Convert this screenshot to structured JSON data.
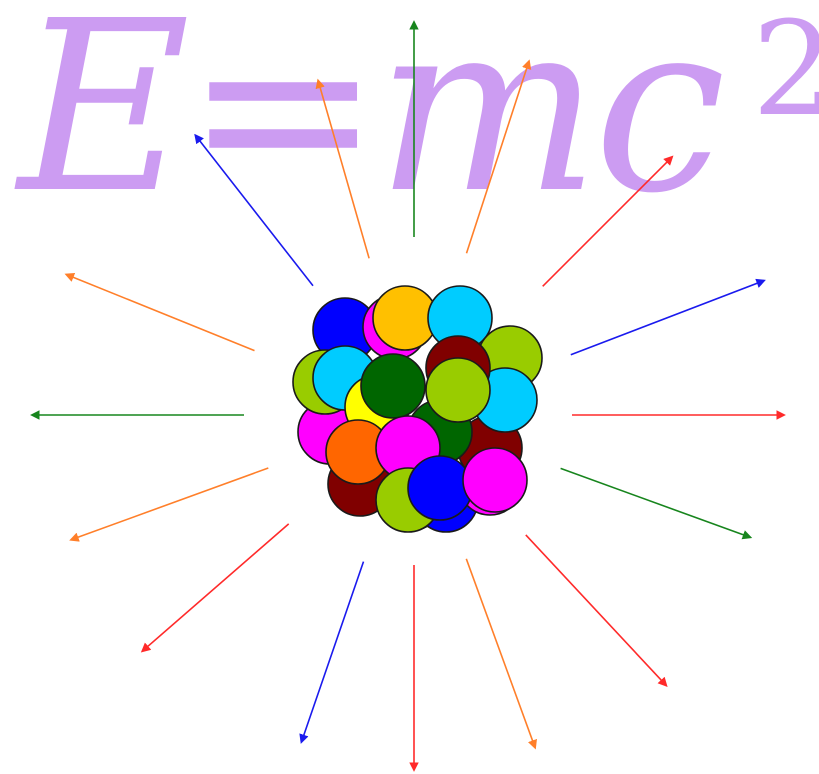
{
  "formula": {
    "main": "E=mc",
    "exponent": "2"
  },
  "colors": {
    "formula": "#cc9cf2",
    "arrow_red": "#ff2a2a",
    "arrow_orange": "#ff7f2a",
    "arrow_green": "#17851d",
    "arrow_blue": "#1a1aee",
    "nucleon_palette": [
      "#0000ff",
      "#ff00ff",
      "#ffc000",
      "#00ccff",
      "#99cc00",
      "#006600",
      "#800000",
      "#ff6600",
      "#ffff00"
    ]
  },
  "arrows": [
    {
      "color": "green",
      "direction_deg": 90
    },
    {
      "color": "orange",
      "direction_deg": 106
    },
    {
      "color": "orange",
      "direction_deg": 72
    },
    {
      "color": "blue",
      "direction_deg": 128
    },
    {
      "color": "red",
      "direction_deg": 45
    },
    {
      "color": "orange",
      "direction_deg": 158
    },
    {
      "color": "blue",
      "direction_deg": 21
    },
    {
      "color": "green",
      "direction_deg": 180
    },
    {
      "color": "red",
      "direction_deg": 0
    },
    {
      "color": "orange",
      "direction_deg": 200
    },
    {
      "color": "green",
      "direction_deg": 340
    },
    {
      "color": "red",
      "direction_deg": 221
    },
    {
      "color": "red",
      "direction_deg": 313
    },
    {
      "color": "blue",
      "direction_deg": 251
    },
    {
      "color": "red",
      "direction_deg": 270
    },
    {
      "color": "orange",
      "direction_deg": 290
    }
  ],
  "nucleus": {
    "nucleon_colors": [
      "#800000",
      "#99cc00",
      "#0000ff",
      "#ff00ff",
      "#800000",
      "#006600",
      "#ff00ff",
      "#0000ff",
      "#ff00ff",
      "#ffc000",
      "#00ccff",
      "#99cc00",
      "#99cc00",
      "#00ccff",
      "#ffff00",
      "#006600",
      "#00ccff",
      "#800000",
      "#99cc00",
      "#ff6600",
      "#ff00ff",
      "#99cc00",
      "#0000ff",
      "#ff00ff"
    ]
  }
}
